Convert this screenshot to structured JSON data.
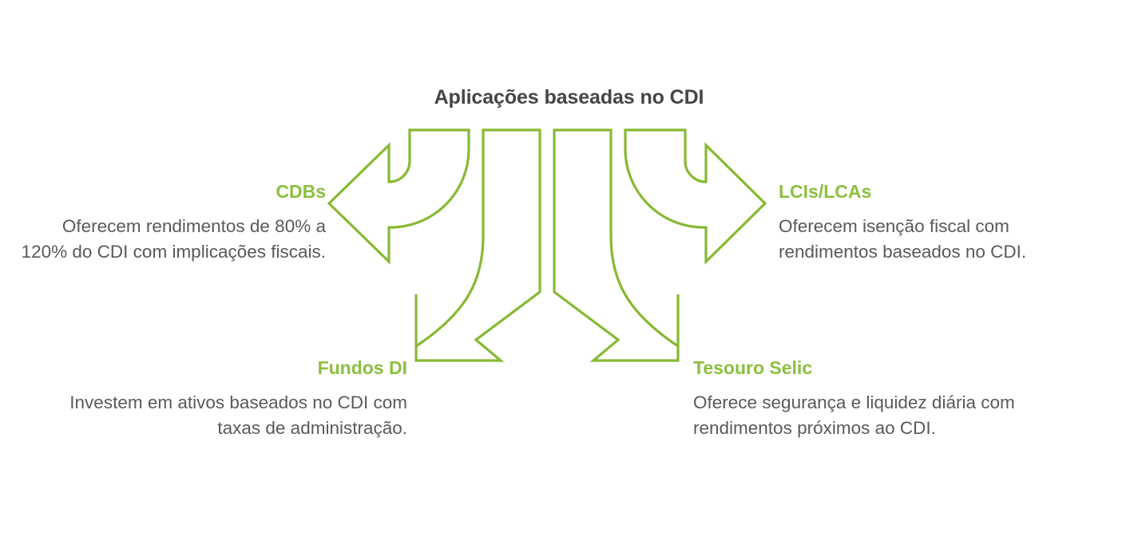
{
  "diagram": {
    "type": "four-way-arrow-hub",
    "title": "Aplicações baseadas no CDI",
    "title_color": "#454545",
    "accent_color": "#8CBF3F",
    "stroke_color": "#86B933",
    "background_color": "#FFFFFF",
    "body_text_color": "#58595B",
    "nodes": [
      {
        "id": "cdbs",
        "label": "CDBs",
        "description": "Oferecem rendimentos de 80% a 120% do CDI com implicações fiscais.",
        "direction": "left",
        "position": "top-left"
      },
      {
        "id": "lcis-lcas",
        "label": "LCIs/LCAs",
        "description": "Oferecem isenção fiscal com rendimentos baseados no CDI.",
        "direction": "right",
        "position": "top-right"
      },
      {
        "id": "fundos-di",
        "label": "Fundos DI",
        "description": "Investem em ativos baseados no CDI com taxas de administração.",
        "direction": "down-left",
        "position": "bottom-left"
      },
      {
        "id": "tesouro-selic",
        "label": "Tesouro Selic",
        "description": "Oferece segurança e liquidez diária com rendimentos próximos ao CDI.",
        "direction": "down-right",
        "position": "bottom-right"
      }
    ]
  }
}
